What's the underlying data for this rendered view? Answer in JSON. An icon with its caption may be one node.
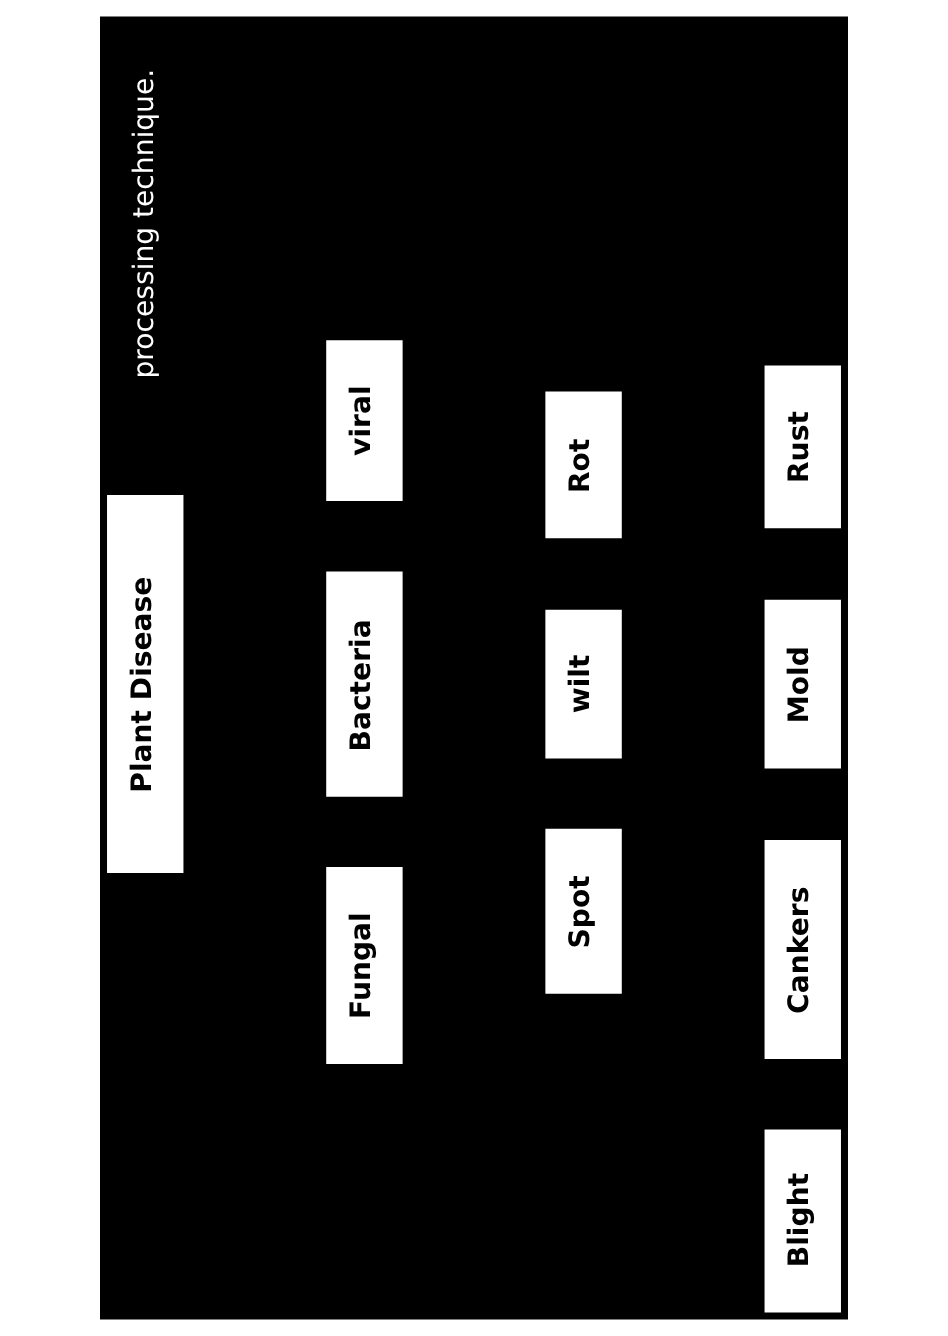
{
  "diagram": {
    "nodes": [
      {
        "text": [
          "Plant Disease"
        ]
      },
      {
        "text": [
          "viral"
        ]
      },
      {
        "text": [
          "Bacteria"
        ]
      },
      {
        "text": [
          "Fungal"
        ]
      },
      {
        "text": [
          "Rot"
        ]
      },
      {
        "text": [
          "wilt"
        ]
      },
      {
        "text": [
          "Spot"
        ]
      },
      {
        "text": [
          "Rust"
        ]
      },
      {
        "text": [
          "Mold"
        ]
      },
      {
        "text": [
          "Cankers"
        ]
      },
      {
        "text": [
          "Blight"
        ]
      }
    ],
    "labels": [
      "processing technique."
    ]
  }
}
